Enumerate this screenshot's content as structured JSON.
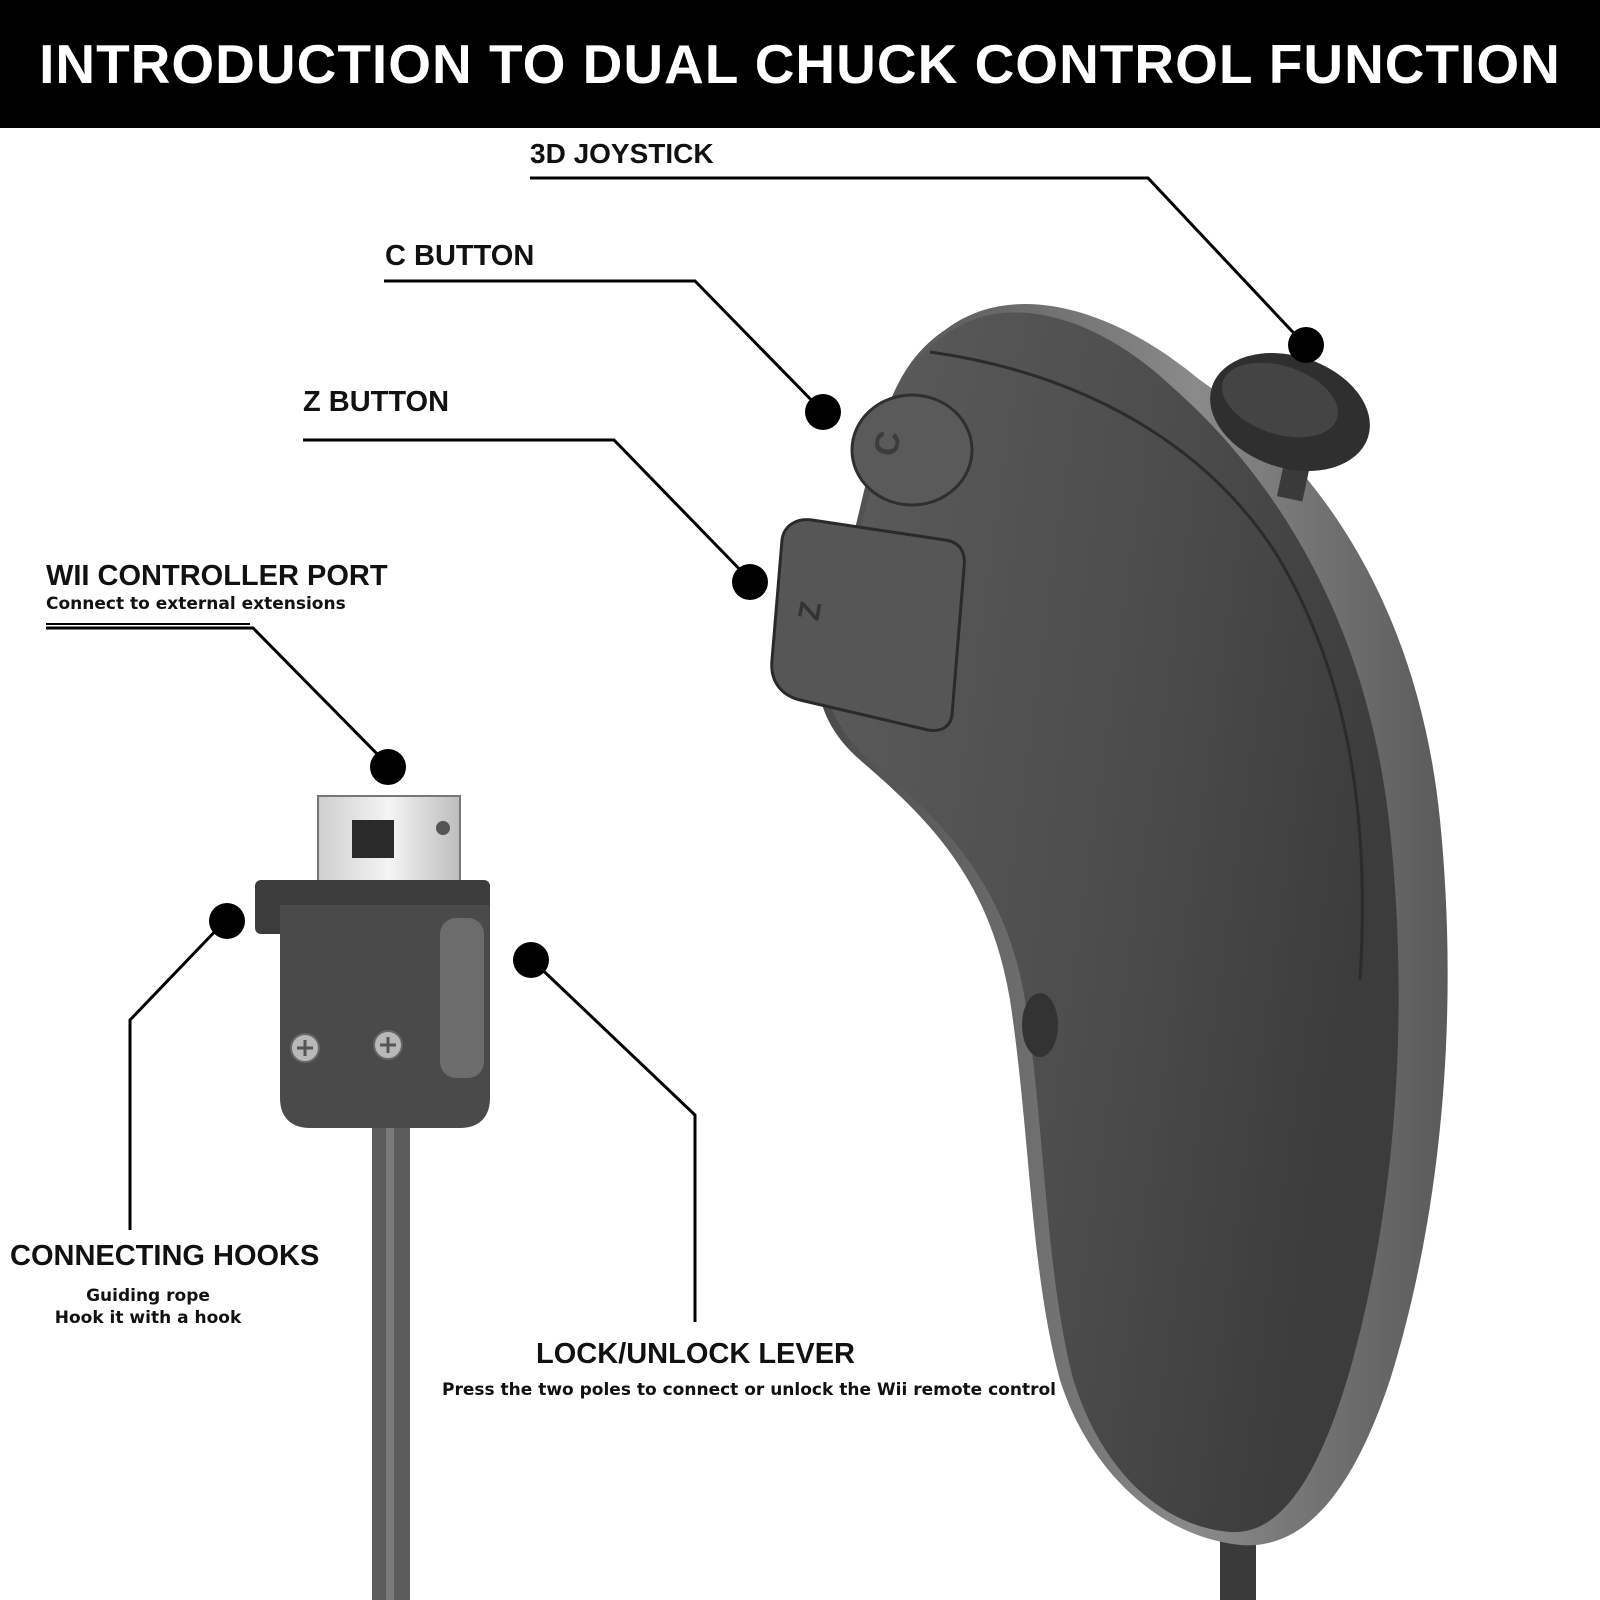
{
  "title": "INTRODUCTION TO DUAL CHUCK CONTROL FUNCTION",
  "colors": {
    "banner": "#000000",
    "banner_text": "#ffffff",
    "controller_body": "#505050",
    "controller_dark": "#3a3a3a",
    "callout": "#000000"
  },
  "callouts": {
    "joystick": {
      "label": "3D JOYSTICK"
    },
    "c_button": {
      "label": "C BUTTON"
    },
    "z_button": {
      "label": "Z BUTTON"
    },
    "port": {
      "label": "WII CONTROLLER PORT",
      "description": "Connect to external extensions"
    },
    "hooks": {
      "label": "CONNECTING HOOKS",
      "description_line1": "Guiding rope",
      "description_line2": "Hook it with a hook"
    },
    "lever": {
      "label": "LOCK/UNLOCK LEVER",
      "description": "Press the two poles to connect or unlock the Wii remote control"
    }
  },
  "glyphs": {
    "c_button_letter": "C",
    "z_button_letter": "Z"
  }
}
